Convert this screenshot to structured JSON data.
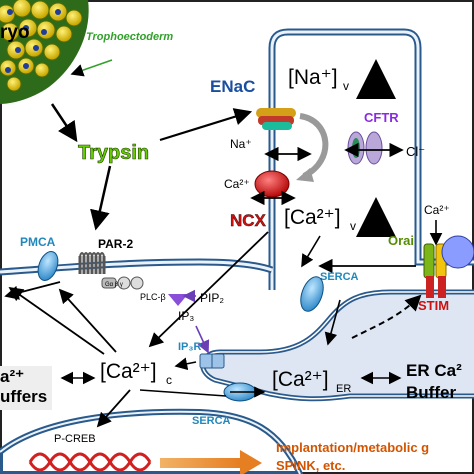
{
  "labels": {
    "embryo": "ryo",
    "trophectoderm": "Trophoectoderm",
    "trypsin": "Trypsin",
    "enac": "ENaC",
    "na_v": "[Na⁺]",
    "na_v_sub": "v",
    "cftr": "CFTR",
    "na_ion": "Na⁺",
    "cl_ion": "Cl⁻",
    "ca_ion_left": "Ca²⁺",
    "ncx": "NCX",
    "ca_v": "[Ca²⁺]",
    "ca_v_sub": "v",
    "ca_ion_right": "Ca²⁺",
    "orai": "Orai",
    "pmca": "PMCA",
    "par2": "PAR-2",
    "gaby": "Gα β γ",
    "plcb": "PLC-β",
    "pip2": "PIP₂",
    "ip3": "IP₃",
    "serca_top": "SERCA",
    "stim": "STIM",
    "ip3r": "IP₃R",
    "buffers_left_1": "a²⁺",
    "buffers_left_2": "uffers",
    "ca_c": "[Ca²⁺]",
    "ca_c_sub": "c",
    "ca_er": "[Ca²⁺]",
    "ca_er_sub": "ER",
    "er_buffers_1": "ER Ca²",
    "er_buffers_2": "Buffer",
    "serca_bottom": "SERCA",
    "pcreb": "P-CREB",
    "outcome_1": "Implantation/metabolic g",
    "outcome_2": "SPINK, etc."
  },
  "colors": {
    "membrane": "#2a5a8c",
    "er_fill": "#dde6f2",
    "trypsin": "#66cc00",
    "enac": "#1a4fa0",
    "cftr": "#8a2be2",
    "ncx": "#cc1111",
    "stim": "#cc1111",
    "orai": "#558b00",
    "serca": "#2288bb",
    "pcreb_wave": "#d02020",
    "outcome_arrow": "#e67e22",
    "outcome_text": "#d35400",
    "trophectoderm": "#33a02c"
  },
  "icons": [
    "embryo-cells",
    "enac-channel",
    "cftr-channel",
    "ncx-exchanger",
    "pmca-pump",
    "par2-receptor",
    "orai-channel",
    "stim-protein",
    "serca-pump",
    "ip3r-channel",
    "dna-wave"
  ]
}
